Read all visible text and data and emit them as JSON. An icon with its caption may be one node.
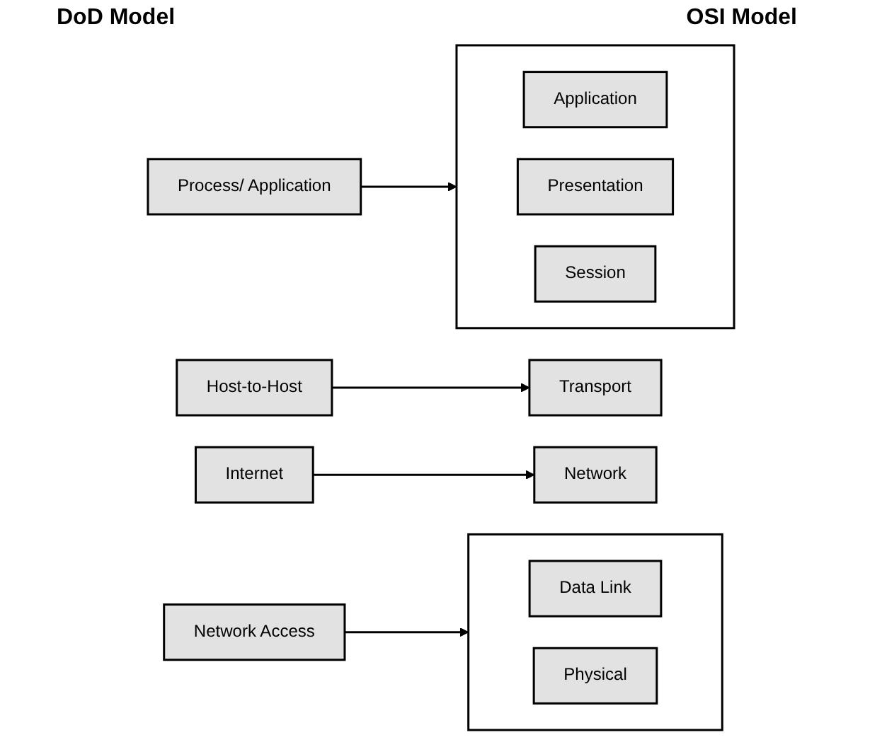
{
  "diagram": {
    "nodes": [
      {
        "text": [
          "Process/ Application"
        ]
      },
      {
        "text": [],
        "shape": "box"
      },
      {
        "text": [
          "Application"
        ],
        "in": 1
      },
      {
        "text": [
          "Presentation"
        ],
        "in": 1
      },
      {
        "text": [
          "Session"
        ],
        "in": 1
      },
      {
        "text": [
          "Host-to-Host"
        ]
      },
      {
        "text": [
          "Transport"
        ]
      },
      {
        "text": [
          "Internet"
        ]
      },
      {
        "text": [
          "Network"
        ]
      },
      {
        "text": [
          "Network Access"
        ]
      },
      {
        "text": [],
        "shape": "box"
      },
      {
        "text": [
          "Data Link"
        ],
        "in": 10
      },
      {
        "text": [
          "Physical"
        ],
        "in": 10
      }
    ],
    "edges": [
      {
        "from": 0,
        "to": 1,
        "arrow": "to"
      },
      {
        "from": 5,
        "to": 6,
        "arrow": "to"
      },
      {
        "from": 7,
        "to": 8,
        "arrow": "to"
      },
      {
        "from": 9,
        "to": 10,
        "arrow": "to"
      }
    ],
    "labels": [
      "DoD Model",
      "OSI Model"
    ]
  }
}
